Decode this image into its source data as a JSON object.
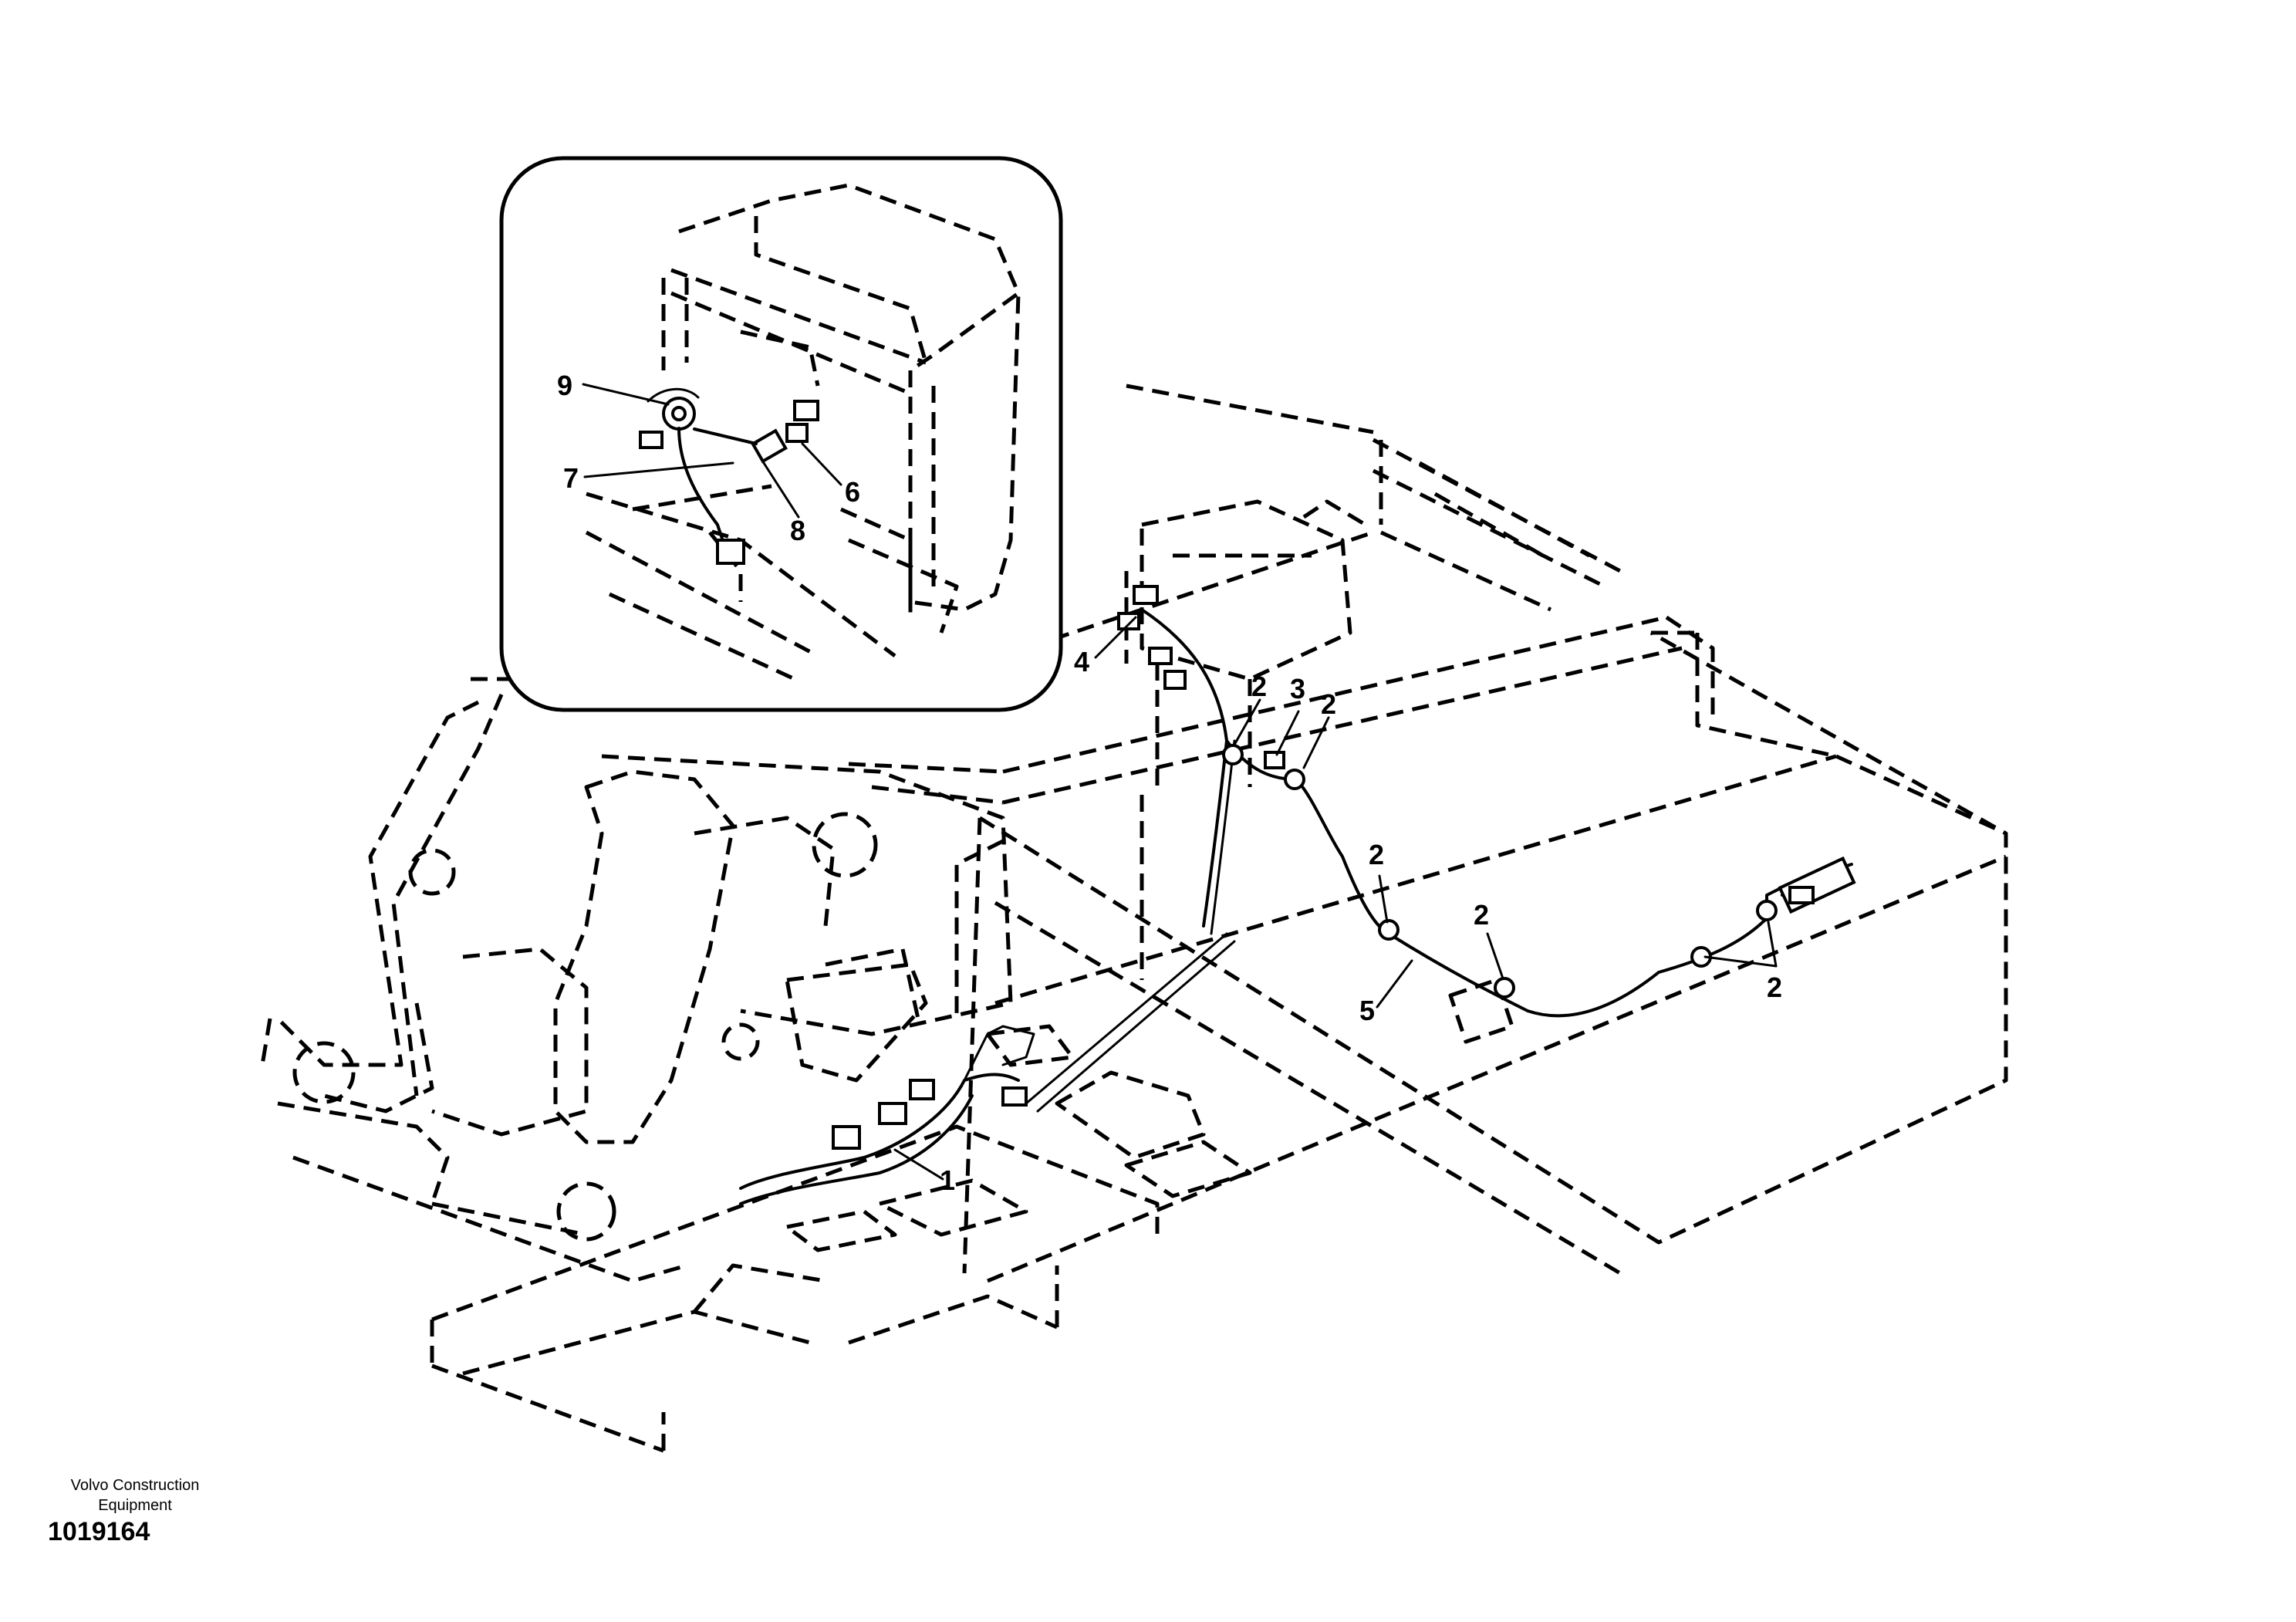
{
  "callouts": {
    "c1": "1",
    "c2a": "2",
    "c2b": "2",
    "c2c": "2",
    "c2d": "2",
    "c2e": "2",
    "c3": "3",
    "c4": "4",
    "c5": "5",
    "c6": "6",
    "c7": "7",
    "c8": "8",
    "c9": "9"
  },
  "footer": {
    "company_line1": "Volvo Construction",
    "company_line2": "Equipment",
    "document_number": "1019164"
  }
}
